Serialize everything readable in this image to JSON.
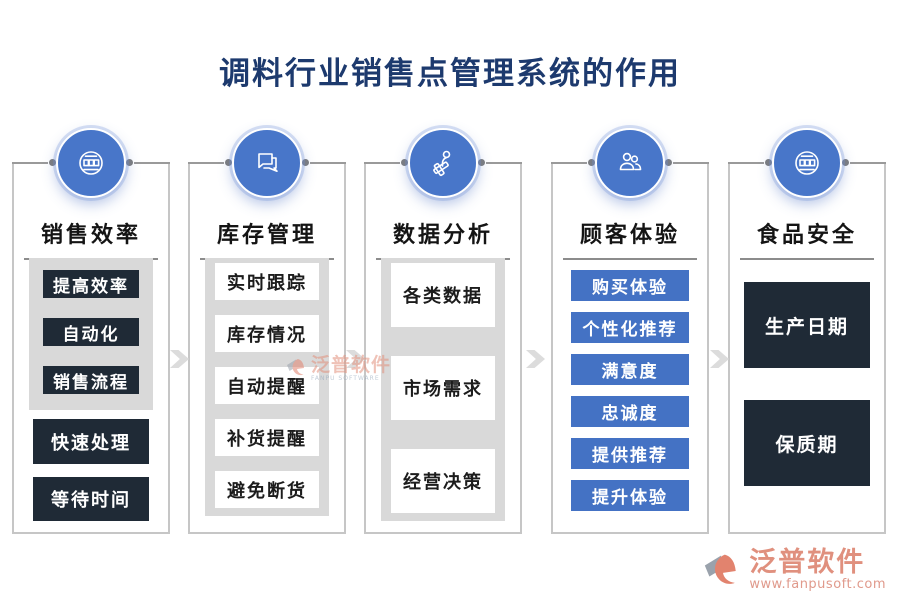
{
  "title": "调料行业销售点管理系统的作用",
  "columns": [
    {
      "title": "销售效率",
      "icon": "globe-icon",
      "group": [
        "提高效率",
        "自动化",
        "销售流程"
      ],
      "solo": [
        "快速处理",
        "等待时间"
      ]
    },
    {
      "title": "库存管理",
      "icon": "chat-bubbles-icon",
      "group": [
        "实时跟踪",
        "库存情况",
        "自动提醒",
        "补货提醒",
        "避免断货"
      ],
      "solo": []
    },
    {
      "title": "数据分析",
      "icon": "person-activity-icon",
      "group": [
        "各类数据",
        "市场需求",
        "经营决策"
      ],
      "solo": []
    },
    {
      "title": "顾客体验",
      "icon": "users-icon",
      "group": [],
      "solo": [
        "购买体验",
        "个性化推荐",
        "满意度",
        "忠诚度",
        "提供推荐",
        "提升体验"
      ]
    },
    {
      "title": "食品安全",
      "icon": "globe-icon",
      "group": [],
      "solo": [
        "生产日期",
        "保质期"
      ]
    }
  ],
  "watermark": {
    "brand": "泛普软件",
    "sub": "FANPU SOFTWARE"
  },
  "footer_logo": {
    "brand": "泛普软件",
    "url": "www.fanpusoft.com"
  },
  "colors": {
    "accent_blue": "#4472C4",
    "circle_blue": "#4876C9",
    "dark_navy": "#1F2A36",
    "panel_gray": "#D9D9D9",
    "title_navy": "#1D3A6E",
    "border_gray": "#C6C6C6",
    "logo_coral": "#E0907E"
  }
}
